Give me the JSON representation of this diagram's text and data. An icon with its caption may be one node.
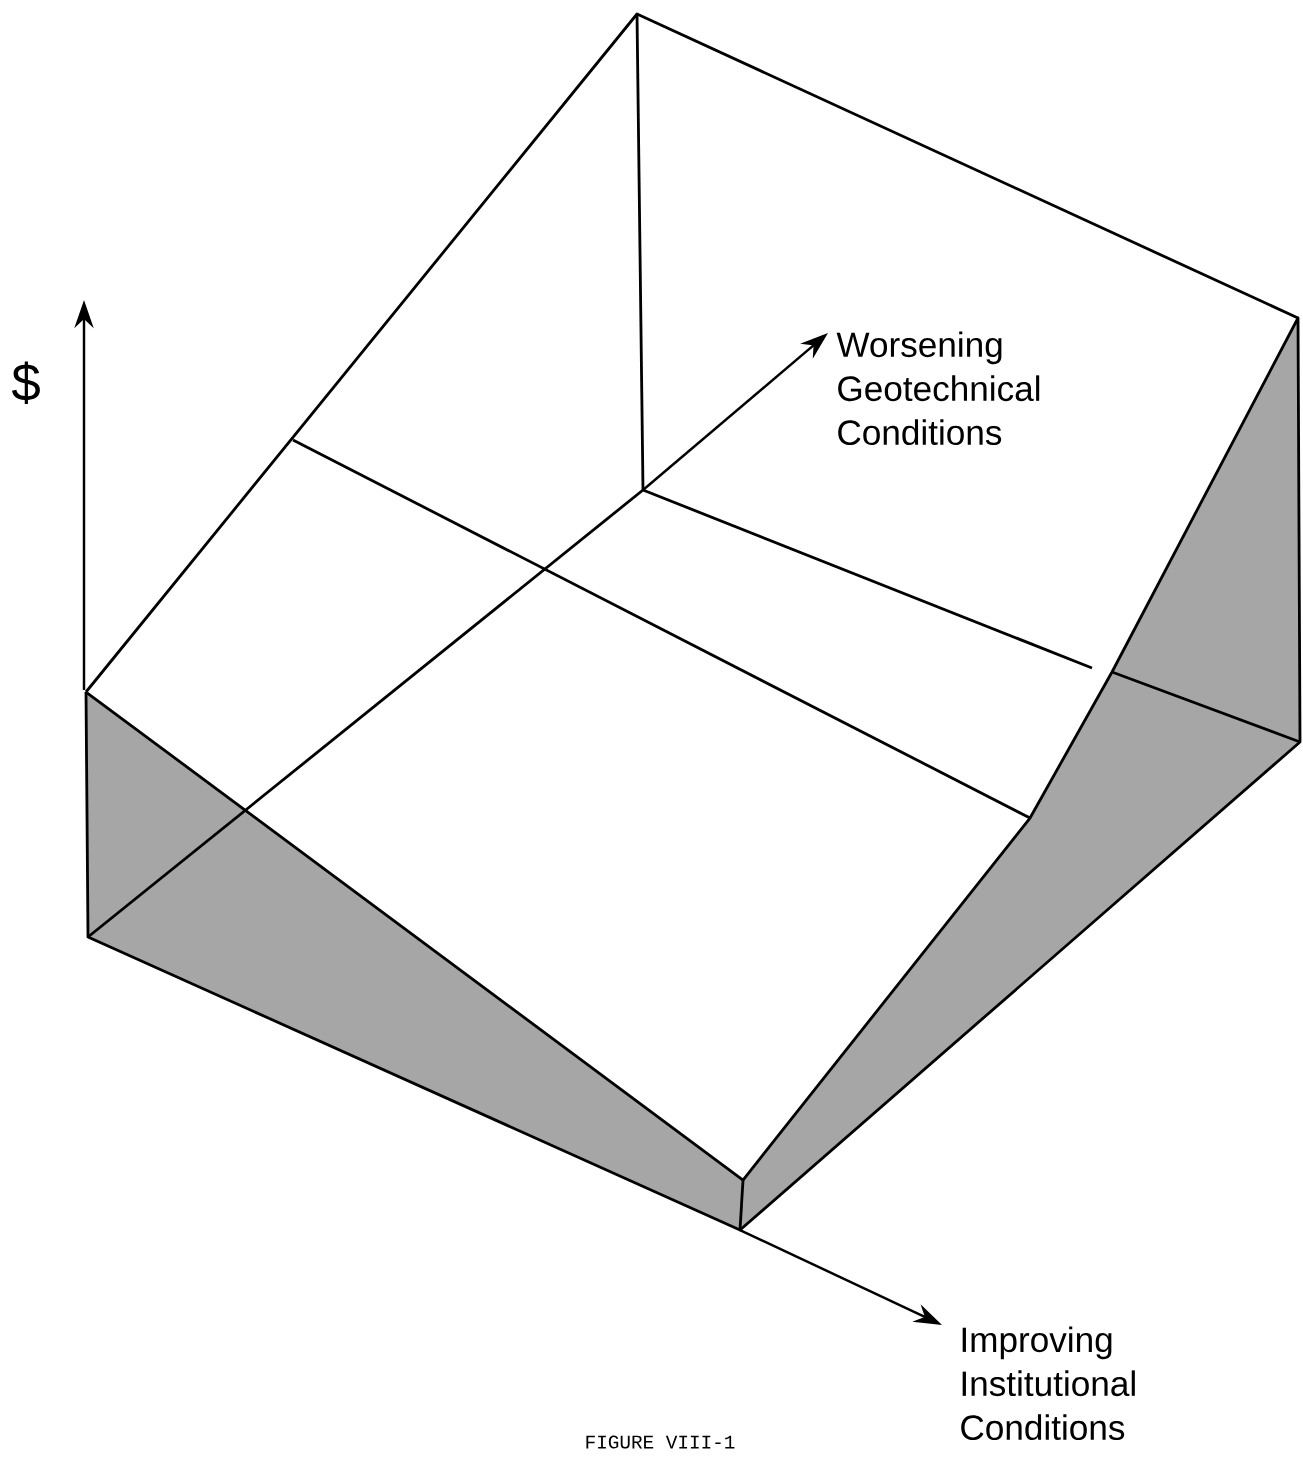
{
  "diagram": {
    "caption": "FIGURE VIII-1",
    "labels": [
      "$",
      "Worsening Geotechnical Conditions",
      "Improving Institutional Conditions"
    ]
  }
}
